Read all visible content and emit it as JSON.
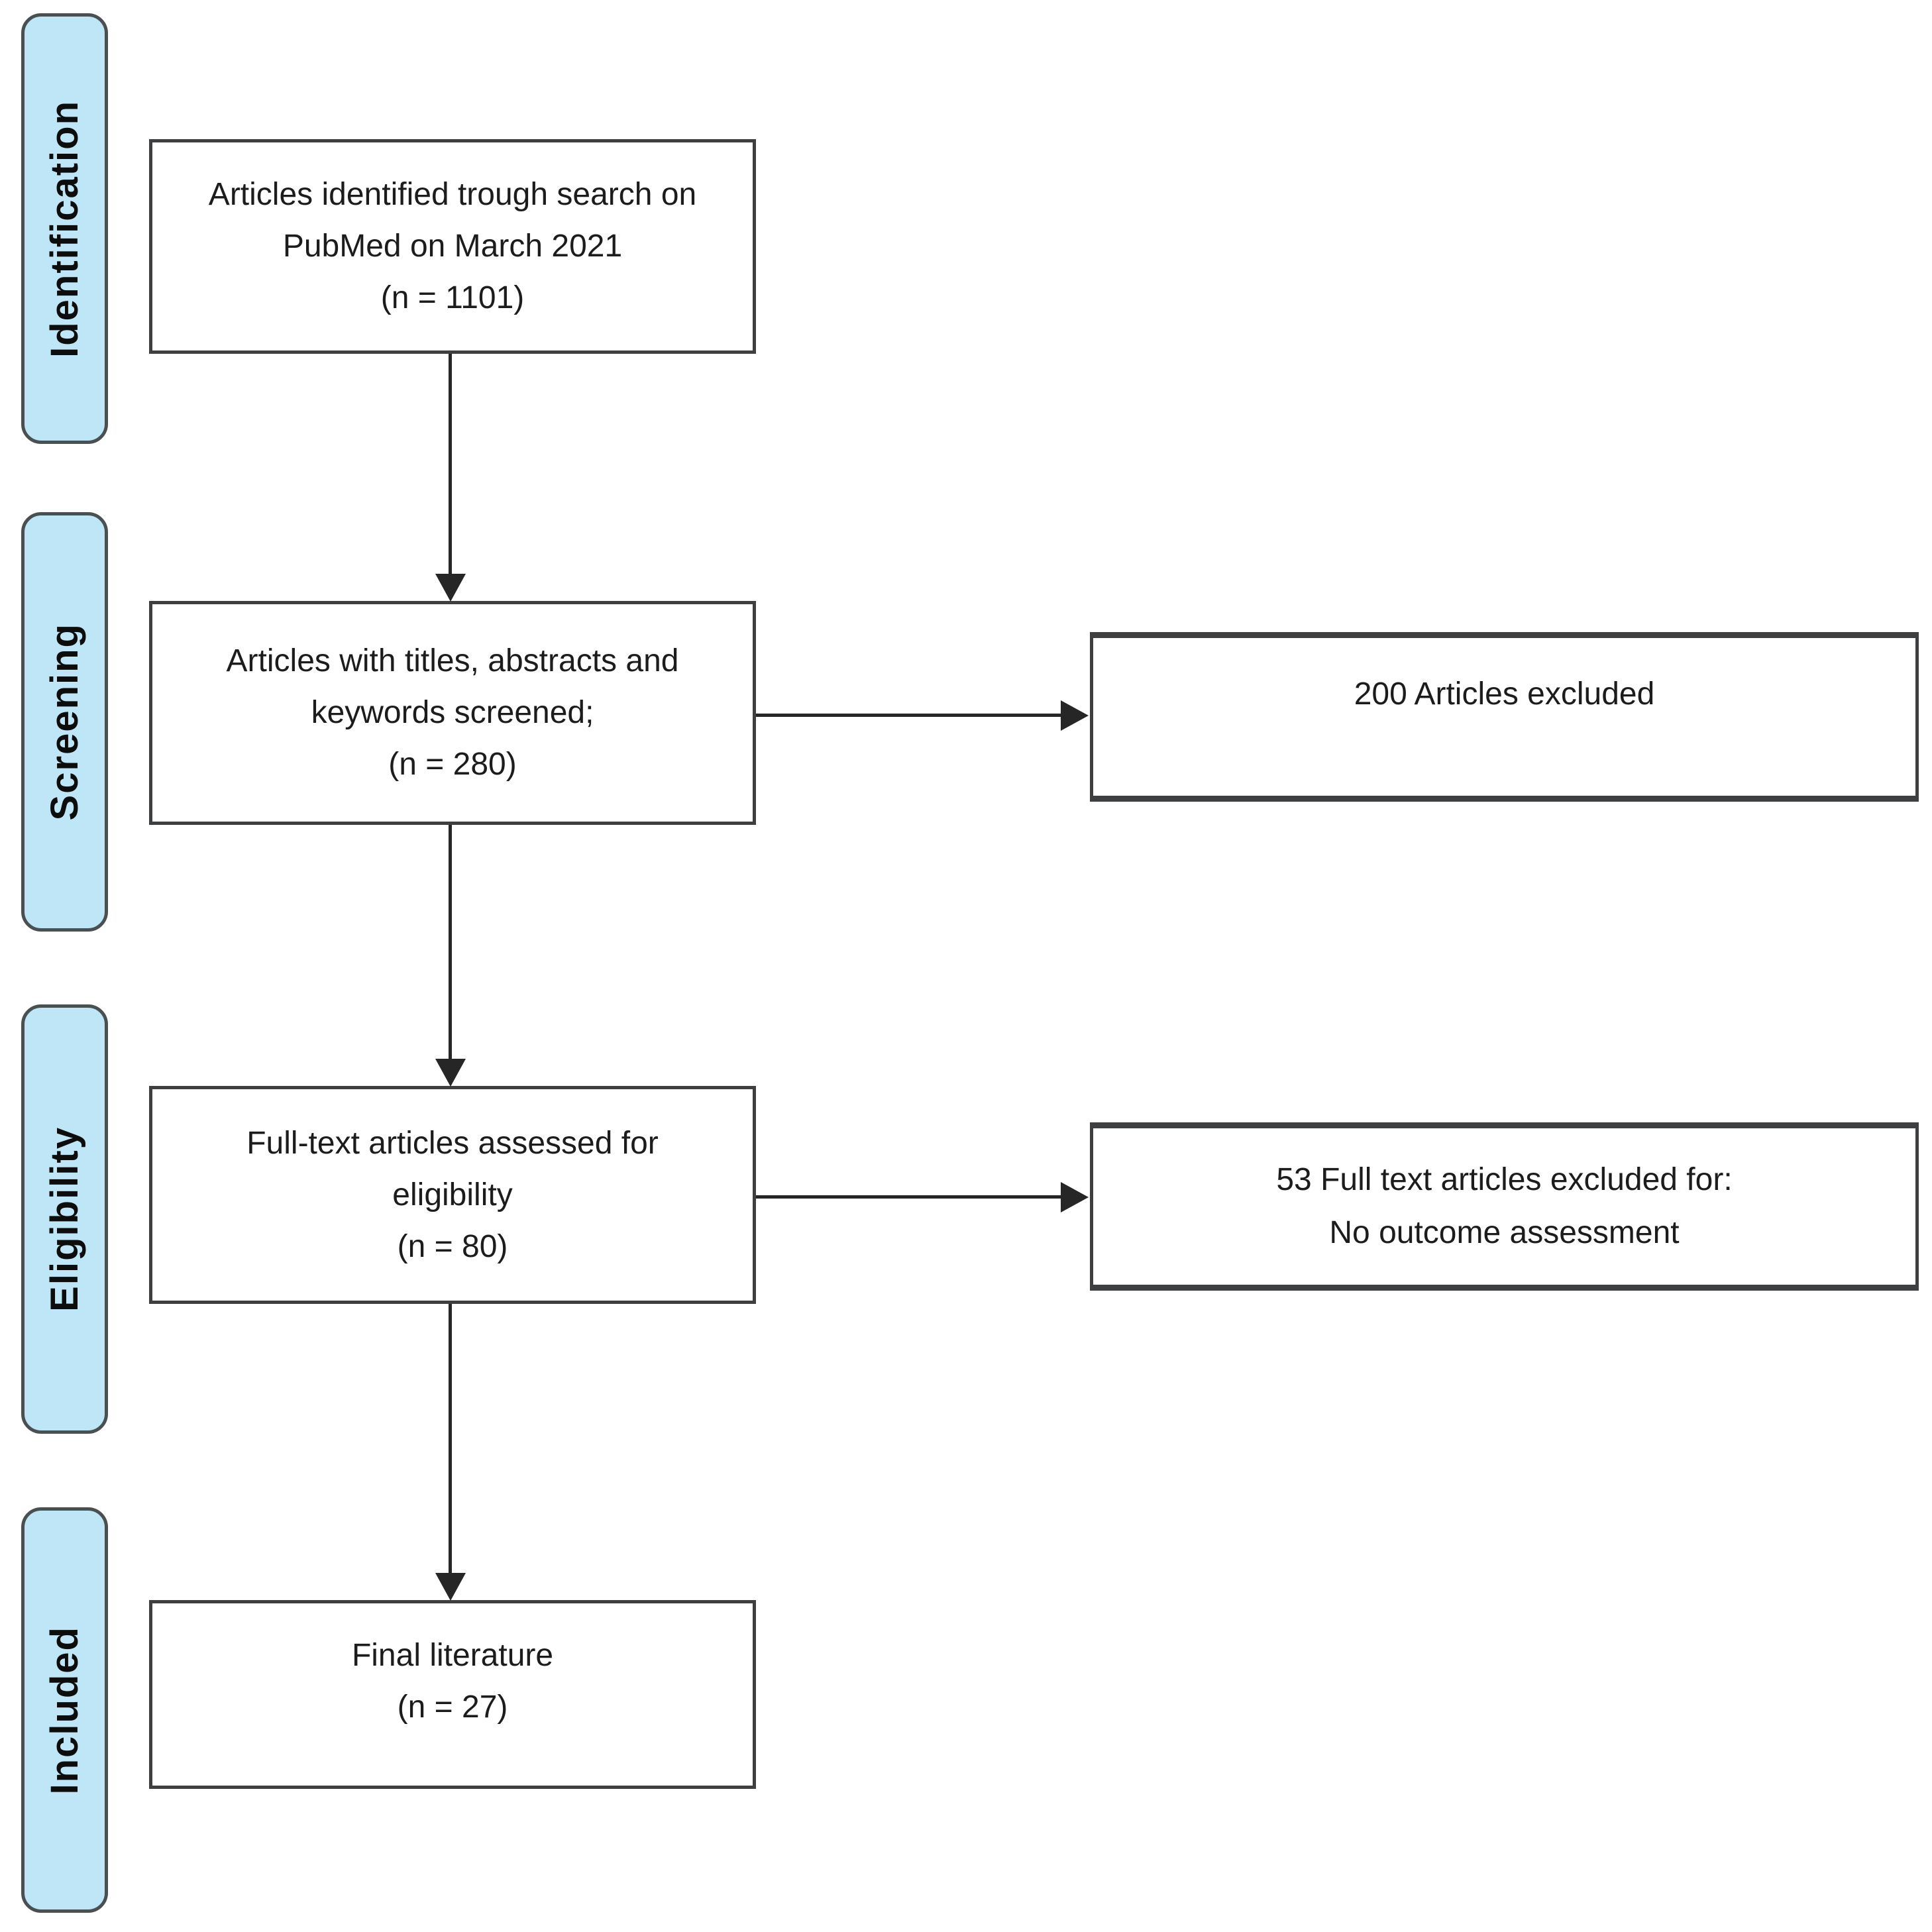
{
  "stages": [
    "Identification",
    "Screening",
    "Eligibility",
    "Included"
  ],
  "main_boxes": [
    {
      "lines": [
        "Articles identified trough search on",
        "PubMed on March 2021",
        "(n = 1101)"
      ]
    },
    {
      "lines": [
        "Articles with titles, abstracts and",
        "keywords screened;",
        "(n = 280)"
      ]
    },
    {
      "lines": [
        "Full-text articles assessed for",
        "eligibility",
        "(n = 80)"
      ]
    },
    {
      "lines": [
        "Final literature",
        "(n = 27)"
      ]
    }
  ],
  "side_boxes": [
    {
      "lines": [
        "200 Articles excluded"
      ]
    },
    {
      "lines": [
        "53 Full text articles excluded for:",
        "No outcome assessment"
      ]
    }
  ],
  "colors": {
    "stage_fill": "#bee6f7",
    "stage_border": "#4a4f52",
    "box_border": "#3d3f41",
    "arrow": "#262626",
    "text": "#1c1c1c"
  }
}
